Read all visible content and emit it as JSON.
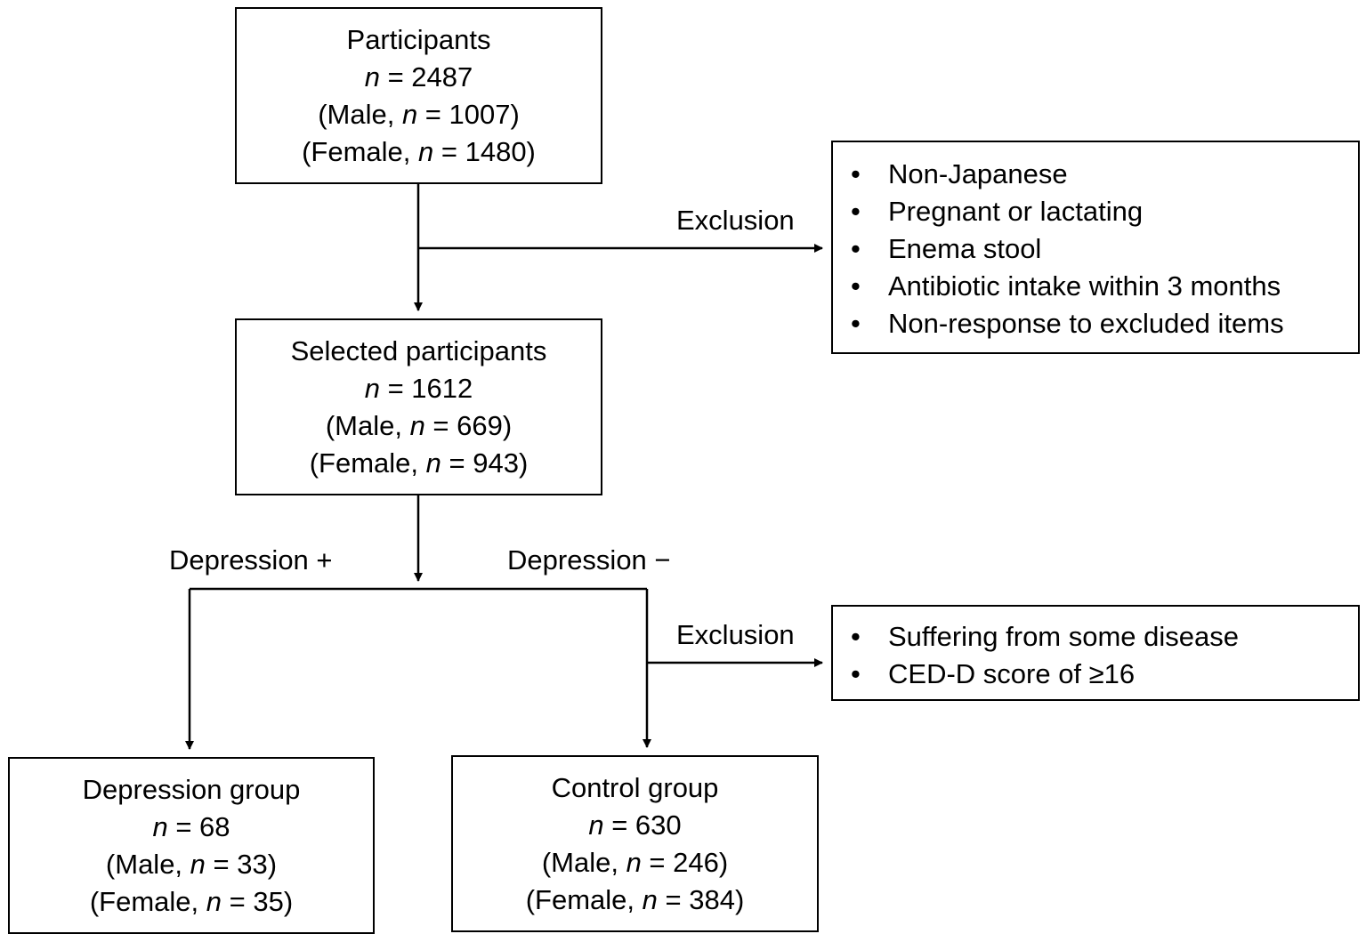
{
  "nodes": {
    "participants": {
      "title": "Participants",
      "n_prefix": "n",
      "n_value": " = 2487",
      "male_pre": "(Male, ",
      "male_n": "n",
      "male_value": " = 1007)",
      "female_pre": "(Female, ",
      "female_n": "n",
      "female_value": " = 1480)"
    },
    "selected": {
      "title": "Selected participants",
      "n_prefix": "n",
      "n_value": " = 1612",
      "male_pre": "(Male, ",
      "male_n": "n",
      "male_value": " = 669)",
      "female_pre": "(Female, ",
      "female_n": "n",
      "female_value": " = 943)"
    },
    "depression": {
      "title": "Depression group",
      "n_prefix": "n",
      "n_value": " = 68",
      "male_pre": "(Male, ",
      "male_n": "n",
      "male_value": " = 33)",
      "female_pre": "(Female, ",
      "female_n": "n",
      "female_value": " = 35)"
    },
    "control": {
      "title": "Control group",
      "n_prefix": "n",
      "n_value": " = 630",
      "male_pre": "(Male, ",
      "male_n": "n",
      "male_value": " = 246)",
      "female_pre": "(Female, ",
      "female_n": "n",
      "female_value": " = 384)"
    }
  },
  "exclusion1": {
    "label": "Exclusion",
    "bullet": "•",
    "items": [
      "Non-Japanese",
      "Pregnant or lactating",
      "Enema stool",
      "Antibiotic intake within 3 months",
      "Non-response to excluded items"
    ]
  },
  "exclusion2": {
    "label": "Exclusion",
    "bullet": "•",
    "items": [
      "Suffering from some disease",
      "CED-D score of ≥16"
    ]
  },
  "branches": {
    "plus": "Depression +",
    "minus": "Depression −"
  }
}
